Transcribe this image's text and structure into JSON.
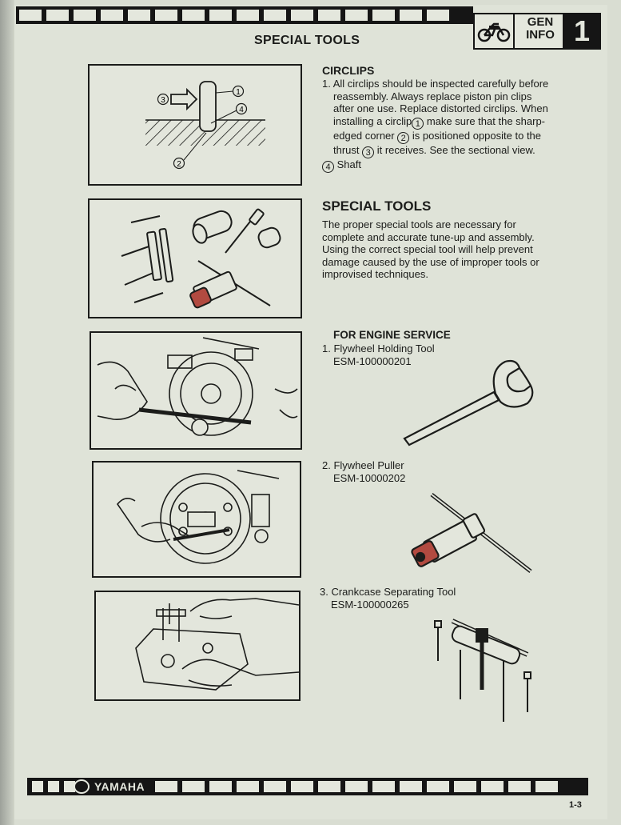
{
  "header": {
    "tab_label_line1": "GEN",
    "tab_label_line2": "INFO",
    "tab_number": "1",
    "page_title": "SPECIAL TOOLS"
  },
  "circlips": {
    "heading": "CIRCLIPS",
    "line1": "1. All circlips should be inspected carefully before",
    "line2": "reassembly. Always replace piston pin clips",
    "line3": "after one use. Replace distorted circlips. When",
    "line4a": "installing a circlip",
    "c1": "1",
    "line4b": " make sure that the sharp-",
    "line5a": "edged corner ",
    "c2": "2",
    "line5b": " is positioned opposite to the",
    "line6a": "thrust ",
    "c3": "3",
    "line6b": " it receives. See the sectional view.",
    "c4": "4",
    "line7": " Shaft"
  },
  "special_tools": {
    "heading": "SPECIAL TOOLS",
    "line1": "The proper special tools are necessary for",
    "line2": "complete and accurate tune-up and assembly.",
    "line3": "Using the correct special tool will help prevent",
    "line4": "damage caused by the use of improper tools or",
    "line5": "improvised techniques."
  },
  "engine_service": {
    "heading": "FOR ENGINE SERVICE",
    "items": [
      {
        "name": "1. Flywheel Holding Tool",
        "code": "ESM-100000201"
      },
      {
        "name": "2. Flywheel Puller",
        "code": "ESM-10000202"
      },
      {
        "name": "3. Crankcase Separating Tool",
        "code": "ESM-100000265"
      }
    ]
  },
  "figure1_callouts": [
    "1",
    "2",
    "3",
    "4"
  ],
  "footer": {
    "brand": "YAMAHA",
    "page_number": "1-3"
  },
  "colors": {
    "paper": "#dfe3d8",
    "ink": "#1b1c1a",
    "strip": "#151515",
    "accent_red": "#b24a40"
  }
}
